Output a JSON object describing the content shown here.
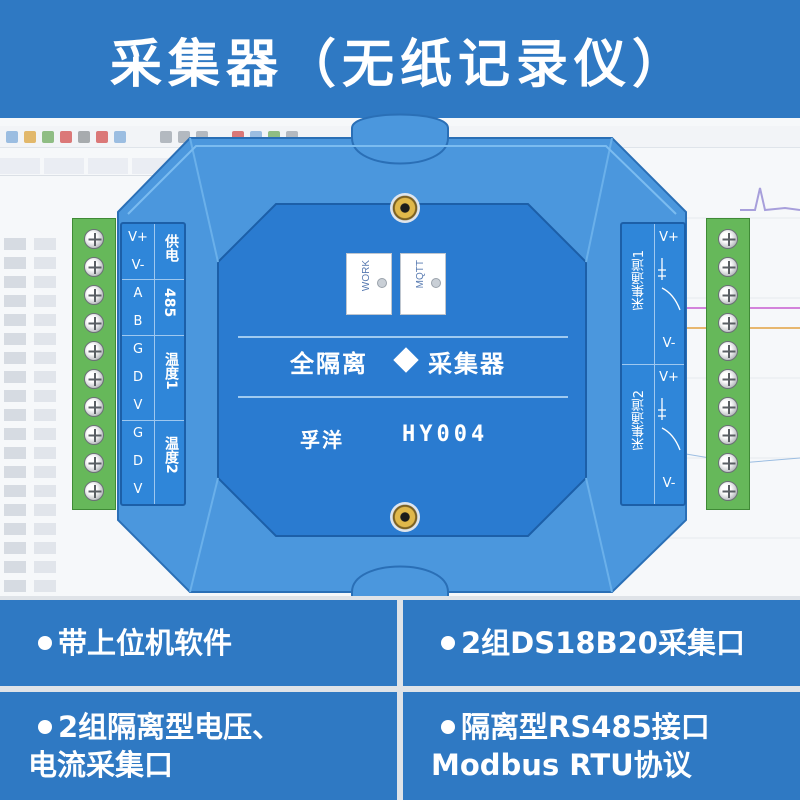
{
  "banner": {
    "title": "采集器（无纸记录仪）"
  },
  "device": {
    "left_labels": {
      "rows": [
        "V+",
        "V-",
        "A",
        "B",
        "G",
        "D",
        "V",
        "G",
        "D",
        "V"
      ],
      "groups": [
        "供电",
        "485",
        "温度1",
        "温度2"
      ]
    },
    "right_labels": {
      "groups": [
        "采集通道1",
        "采集通道2"
      ],
      "pins": [
        "V+",
        "V-",
        "V+",
        "V-"
      ]
    },
    "leds": [
      "WORK",
      "MQTT"
    ],
    "main_title_left": "全隔离",
    "main_title_right": "采集器",
    "brand": "孚洋",
    "model": "HY004"
  },
  "features": [
    {
      "lines": [
        "带上位机软件"
      ]
    },
    {
      "lines": [
        "2组DS18B20采集口"
      ]
    },
    {
      "lines": [
        "2组隔离型电压、",
        "电流采集口"
      ]
    },
    {
      "lines": [
        "隔离型RS485接口",
        "Modbus RTU协议"
      ]
    }
  ],
  "colors": {
    "banner": "#2f79c3",
    "device_body": "#3f8fd9",
    "device_face": "#2a7bd0",
    "terminal": "#66b85a"
  }
}
